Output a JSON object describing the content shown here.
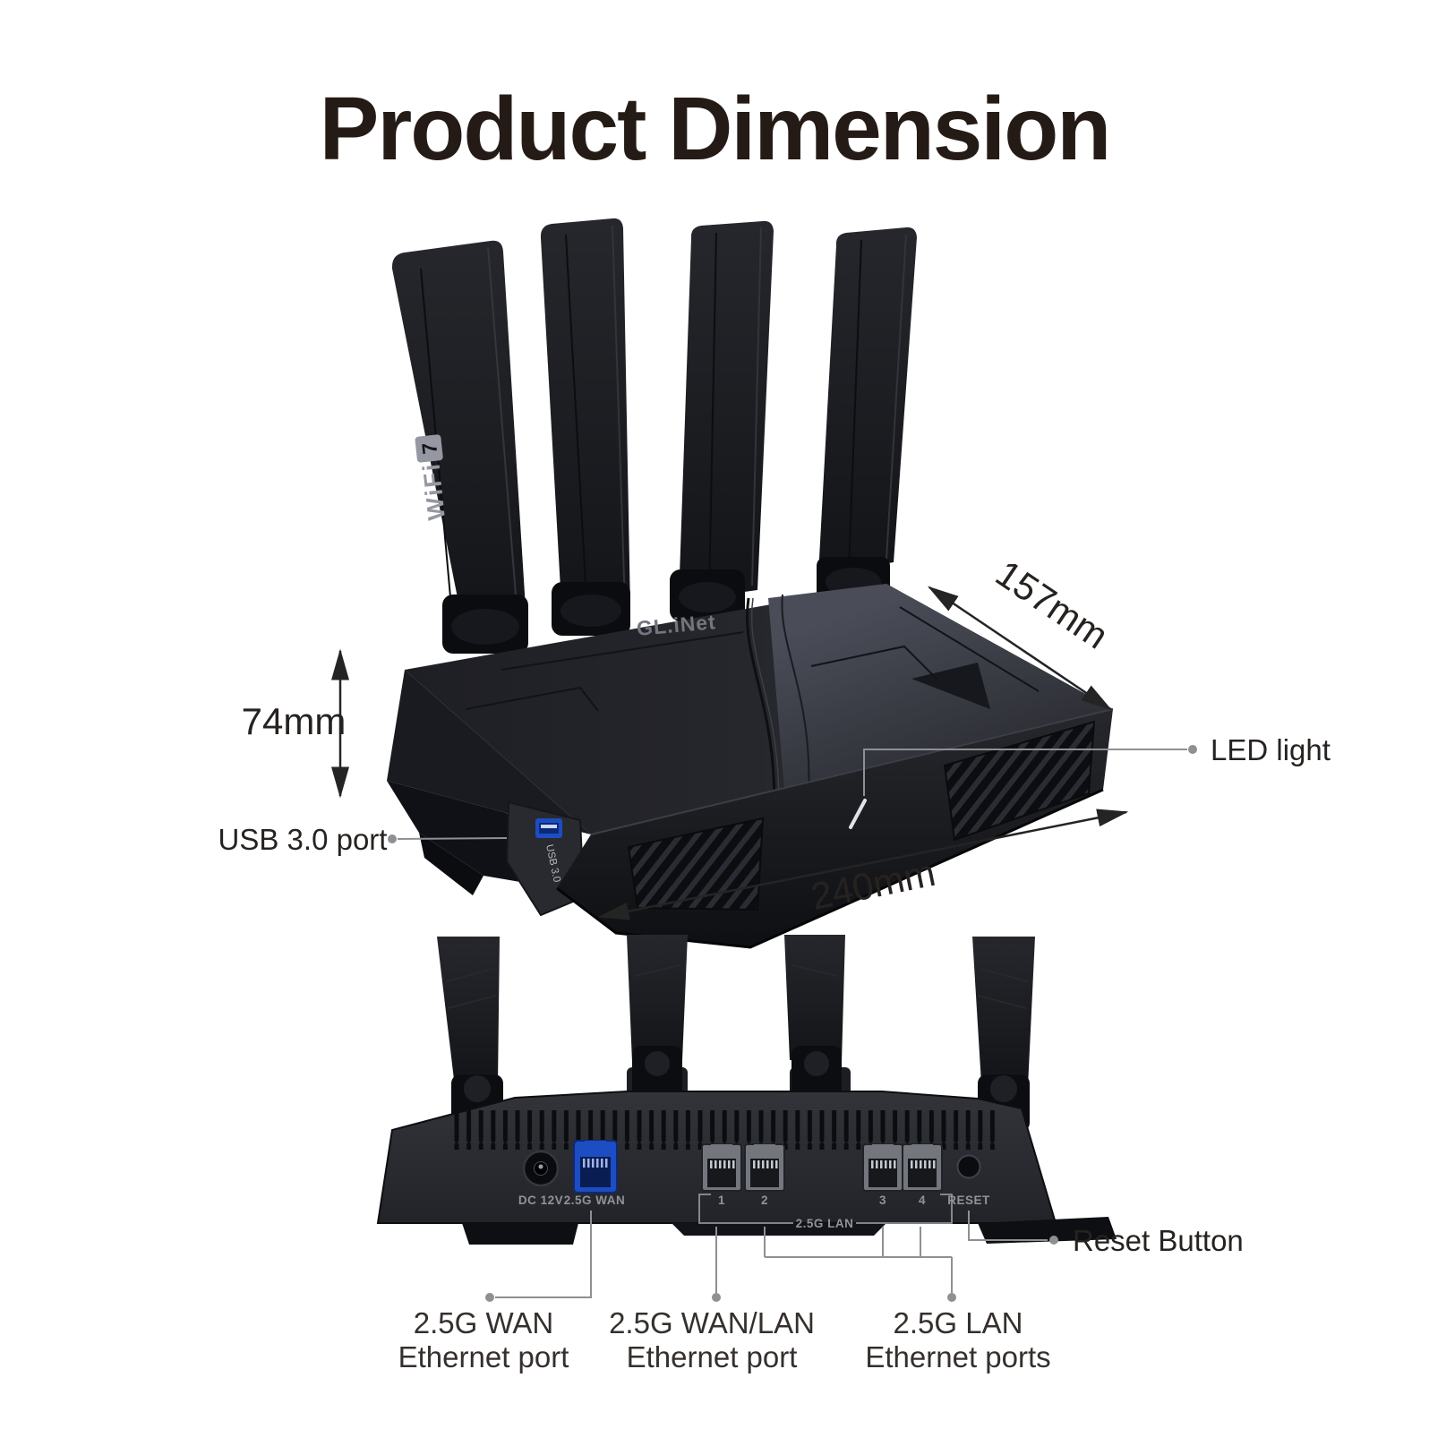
{
  "title": "Product Dimension",
  "colors": {
    "accent_blue": "#1d4dc2",
    "leader_gray": "#8f9094",
    "dimension_line": "#242424",
    "text_dark": "#262220",
    "router_black": "#1a1b20"
  },
  "front": {
    "brand": "GL.iNet",
    "wifi_text": "WiFi",
    "wifi_badge": "7",
    "usb_marking": "USB 3.0",
    "dim_height": "74mm",
    "dim_depth": "157mm",
    "dim_width": "240mm",
    "callout_usb": "USB 3.0 port",
    "callout_led": "LED light"
  },
  "rear": {
    "labels": {
      "dc": "DC 12V",
      "wan": "2.5G WAN",
      "p1": "1",
      "p2": "2",
      "lan_group": "2.5G LAN",
      "p3": "3",
      "p4": "4",
      "reset": "RESET"
    },
    "callout_reset": "Reset Button"
  },
  "bottom": {
    "wan_l1": "2.5G WAN",
    "wan_l2": "Ethernet port",
    "wanlan_l1": "2.5G WAN/LAN",
    "wanlan_l2": "Ethernet port",
    "lan_l1": "2.5G LAN",
    "lan_l2": "Ethernet ports"
  }
}
